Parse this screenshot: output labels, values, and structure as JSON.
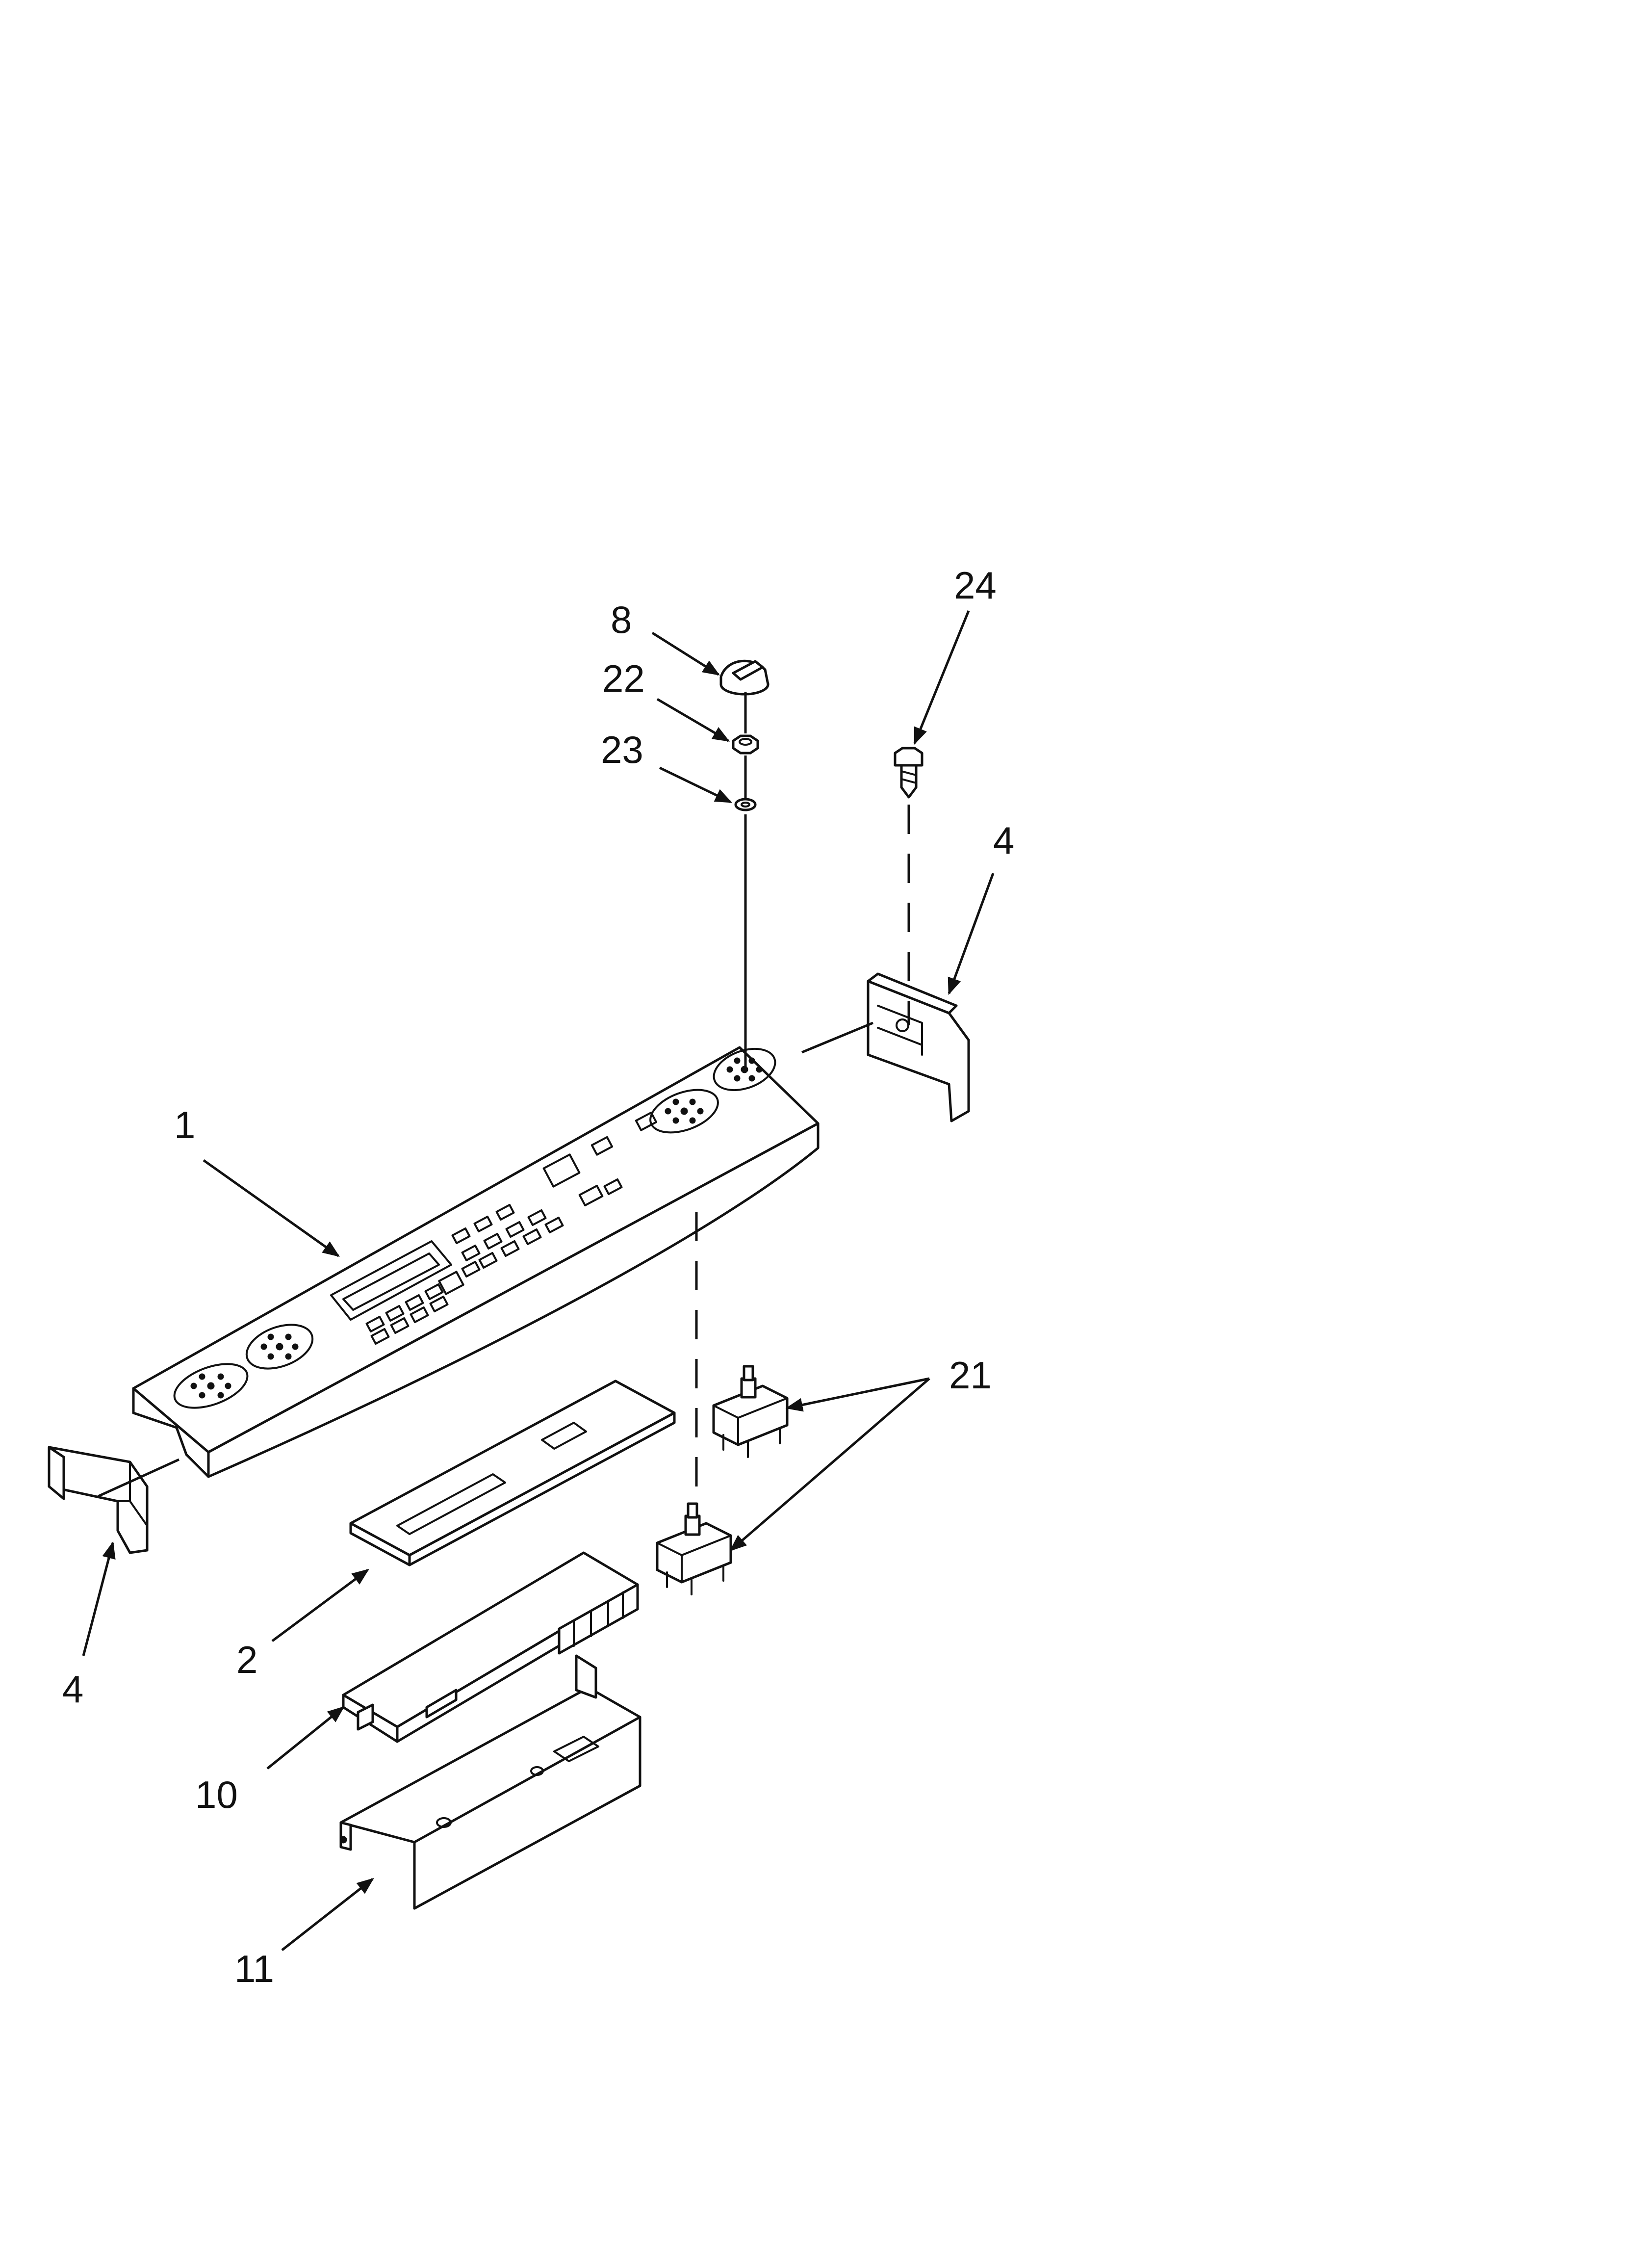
{
  "diagram": {
    "callouts": {
      "c1": "1",
      "c2": "2",
      "c4_left": "4",
      "c4_right": "4",
      "c8": "8",
      "c10": "10",
      "c11": "11",
      "c21": "21",
      "c22": "22",
      "c23": "23",
      "c24": "24"
    },
    "parts": [
      {
        "id": "1",
        "name": "control panel"
      },
      {
        "id": "2",
        "name": "overlay"
      },
      {
        "id": "4",
        "name": "end cap",
        "count": 2
      },
      {
        "id": "8",
        "name": "knob"
      },
      {
        "id": "10",
        "name": "electronic control board"
      },
      {
        "id": "11",
        "name": "control box"
      },
      {
        "id": "21",
        "name": "switch",
        "count": 2
      },
      {
        "id": "22",
        "name": "nut"
      },
      {
        "id": "23",
        "name": "washer"
      },
      {
        "id": "24",
        "name": "screw"
      }
    ],
    "colors": {
      "line": "#111111",
      "background": "#ffffff"
    }
  }
}
